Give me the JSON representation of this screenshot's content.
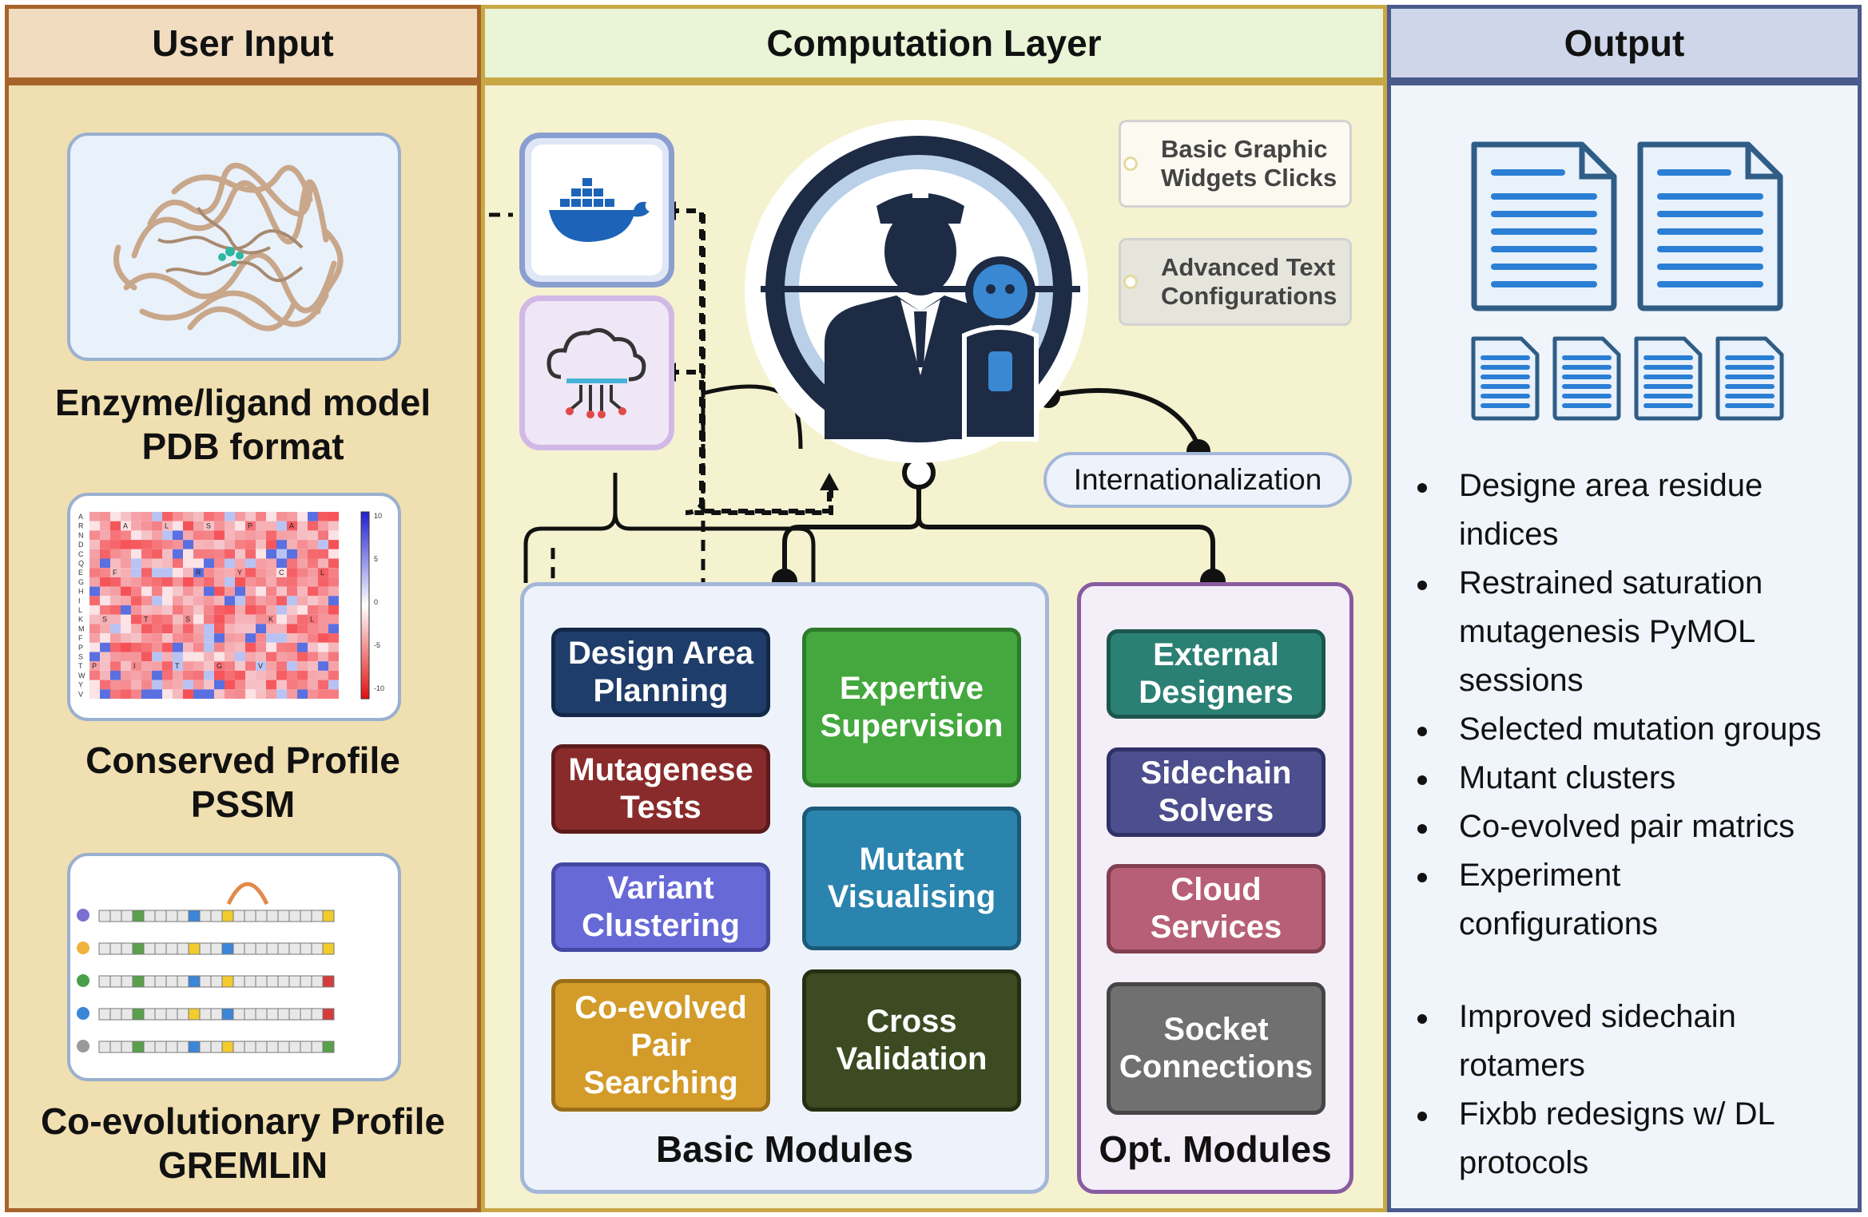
{
  "columns": {
    "input": {
      "title": "User Input",
      "header_bg": "#f1dcbf",
      "border": "#a7642a",
      "body_bg": "#f0dfb0"
    },
    "computation": {
      "title": "Computation Layer",
      "header_bg": "#eaf4d6",
      "border": "#c8a845",
      "body_bg": "#f5f2d0"
    },
    "output": {
      "title": "Output",
      "header_bg": "#cfd6ea",
      "border": "#4a5a8c",
      "body_bg": "#f0f4fb"
    }
  },
  "inputs": [
    {
      "caption": "Enzyme/ligand model\nPDB format",
      "icon": "protein-structure-icon"
    },
    {
      "caption": "Conserved Profile\nPSSM",
      "icon": "pssm-heatmap-icon"
    },
    {
      "caption": "Co-evolutionary Profile\nGREMLIN",
      "icon": "alignment-icon"
    }
  ],
  "pssm": {
    "row_labels": [
      "A",
      "R",
      "N",
      "D",
      "C",
      "Q",
      "E",
      "G",
      "H",
      "I",
      "L",
      "K",
      "M",
      "F",
      "P",
      "S",
      "T",
      "W",
      "Y",
      "V"
    ],
    "colorbar_ticks": [
      "10",
      "5",
      "0",
      "-5",
      "-10"
    ],
    "cell_letters": [
      "A",
      "R",
      "K",
      "P",
      "L",
      "Y",
      "L",
      "I",
      "S",
      "C",
      "S",
      "T",
      "P",
      "L",
      "T",
      "G",
      "A",
      "F",
      "S",
      "V"
    ]
  },
  "interface_tags": [
    "Basic Graphic\nWidgets Clicks",
    "Advanced Text\nConfigurations"
  ],
  "internationalization": "Internationalization",
  "service_icons": [
    "docker-whale-icon",
    "cloud-network-icon"
  ],
  "central_icon": "pilot-robot-icon",
  "basic_modules": {
    "title": "Basic Modules",
    "items": [
      {
        "label": "Design Area\nPlanning",
        "bg": "#1f3d6a",
        "border": "#132848"
      },
      {
        "label": "Expertive\nSupervision",
        "bg": "#44a83e",
        "border": "#2f7a2b"
      },
      {
        "label": "Mutagenese\nTests",
        "bg": "#8a2b2b",
        "border": "#5c1b1b"
      },
      {
        "label": "Mutant\nVisualising",
        "bg": "#2a84ad",
        "border": "#1b5a78"
      },
      {
        "label": "Variant\nClustering",
        "bg": "#6769d6",
        "border": "#4547a3"
      },
      {
        "label": "Co-evolved\nPair\nSearching",
        "bg": "#d39b2a",
        "border": "#9a6e18"
      },
      {
        "label": "Cross\nValidation",
        "bg": "#3c4b22",
        "border": "#242e13"
      }
    ]
  },
  "opt_modules": {
    "title": "Opt. Modules",
    "items": [
      {
        "label": "External\nDesigners",
        "bg": "#2b8074",
        "border": "#1b564e"
      },
      {
        "label": "Sidechain\nSolvers",
        "bg": "#4d4e8e",
        "border": "#303166"
      },
      {
        "label": "Cloud\nServices",
        "bg": "#b85f78",
        "border": "#82404f"
      },
      {
        "label": "Socket\nConnections",
        "bg": "#707070",
        "border": "#454545"
      }
    ]
  },
  "outputs": {
    "bullets": [
      "Designe area residue\nindices",
      "Restrained saturation\nmutagenesis PyMOL\nsessions",
      "Selected mutation groups",
      "Mutant clusters",
      "Co-evolved pair matrics",
      "Experiment\nconfigurations"
    ],
    "bullets2": [
      "Improved sidechain\nrotamers",
      "Fixbb redesigns w/ DL\nprotocols"
    ],
    "icons": [
      "document-icon",
      "document-icon",
      "document-small-icon",
      "document-small-icon",
      "document-small-icon",
      "document-small-icon"
    ]
  }
}
